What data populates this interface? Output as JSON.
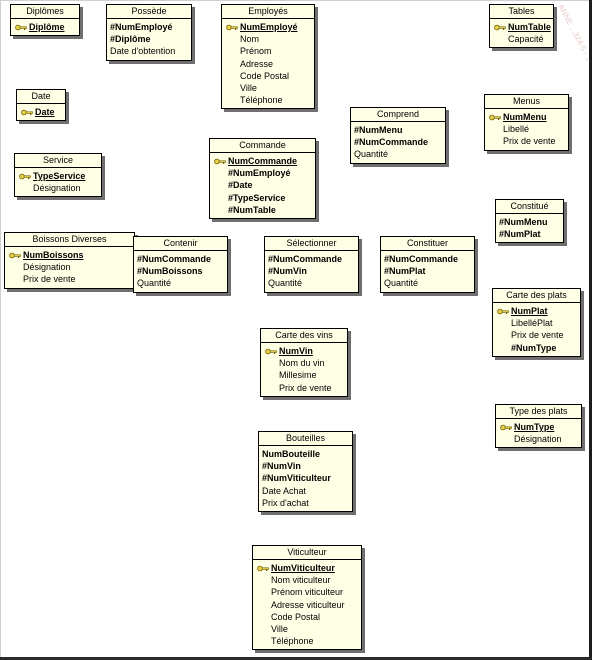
{
  "watermark": "ANNE ...324-5 - JEAN-MARC BOUDIER ...",
  "entities": [
    {
      "id": "diplomes",
      "title": "Diplômes",
      "attrs": [
        {
          "t": "Diplôme",
          "k": "pk"
        }
      ]
    },
    {
      "id": "possede",
      "title": "Possède",
      "attrs": [
        {
          "t": "#NumEmployé",
          "k": "fk"
        },
        {
          "t": "#Diplôme",
          "k": "fk"
        },
        {
          "t": "Date d'obtention",
          "k": "p"
        }
      ]
    },
    {
      "id": "employes",
      "title": "Employés",
      "attrs": [
        {
          "t": "NumEmployé",
          "k": "pk"
        },
        {
          "t": "Nom",
          "k": "p"
        },
        {
          "t": "Prénom",
          "k": "p"
        },
        {
          "t": "Adresse",
          "k": "p"
        },
        {
          "t": "Code Postal",
          "k": "p"
        },
        {
          "t": "Ville",
          "k": "p"
        },
        {
          "t": "Téléphone",
          "k": "p"
        }
      ]
    },
    {
      "id": "tables",
      "title": "Tables",
      "attrs": [
        {
          "t": "NumTable",
          "k": "pk"
        },
        {
          "t": "Capacité",
          "k": "p"
        }
      ]
    },
    {
      "id": "date",
      "title": "Date",
      "attrs": [
        {
          "t": "Date",
          "k": "pk"
        }
      ]
    },
    {
      "id": "comprend",
      "title": "Comprend",
      "attrs": [
        {
          "t": "#NumMenu",
          "k": "fk"
        },
        {
          "t": "#NumCommande",
          "k": "fk"
        },
        {
          "t": "Quantité",
          "k": "p"
        }
      ]
    },
    {
      "id": "menus",
      "title": "Menus",
      "attrs": [
        {
          "t": "NumMenu",
          "k": "pk"
        },
        {
          "t": "Libellé",
          "k": "p"
        },
        {
          "t": "Prix de vente",
          "k": "p"
        }
      ]
    },
    {
      "id": "commande",
      "title": "Commande",
      "attrs": [
        {
          "t": "NumCommande",
          "k": "pk"
        },
        {
          "t": "#NumEmployé",
          "k": "fk"
        },
        {
          "t": "#Date",
          "k": "fk"
        },
        {
          "t": "#TypeService",
          "k": "fk"
        },
        {
          "t": "#NumTable",
          "k": "fk"
        }
      ]
    },
    {
      "id": "service",
      "title": "Service",
      "attrs": [
        {
          "t": "TypeService",
          "k": "pk"
        },
        {
          "t": "Désignation",
          "k": "p"
        }
      ]
    },
    {
      "id": "constitue",
      "title": "Constitué",
      "attrs": [
        {
          "t": "#NumMenu",
          "k": "fk"
        },
        {
          "t": "#NumPlat",
          "k": "fk"
        }
      ]
    },
    {
      "id": "boissons",
      "title": "Boissons Diverses",
      "attrs": [
        {
          "t": "NumBoissons",
          "k": "pk"
        },
        {
          "t": "Désignation",
          "k": "p"
        },
        {
          "t": "Prix de vente",
          "k": "p"
        }
      ]
    },
    {
      "id": "contenir",
      "title": "Contenir",
      "attrs": [
        {
          "t": "#NumCommande",
          "k": "fk"
        },
        {
          "t": "#NumBoissons",
          "k": "fk"
        },
        {
          "t": "Quantité",
          "k": "p"
        }
      ]
    },
    {
      "id": "selectionner",
      "title": "Sélectionner",
      "attrs": [
        {
          "t": "#NumCommande",
          "k": "fk"
        },
        {
          "t": "#NumVin",
          "k": "fk"
        },
        {
          "t": "Quantité",
          "k": "p"
        }
      ]
    },
    {
      "id": "constituer",
      "title": "Constituer",
      "attrs": [
        {
          "t": "#NumCommande",
          "k": "fk"
        },
        {
          "t": "#NumPlat",
          "k": "fk"
        },
        {
          "t": "Quantité",
          "k": "p"
        }
      ]
    },
    {
      "id": "carteplats",
      "title": "Carte des plats",
      "attrs": [
        {
          "t": "NumPlat",
          "k": "pk"
        },
        {
          "t": "LibelléPlat",
          "k": "p"
        },
        {
          "t": "Prix de vente",
          "k": "p"
        },
        {
          "t": "#NumType",
          "k": "fk"
        }
      ]
    },
    {
      "id": "cartevins",
      "title": "Carte des vins",
      "attrs": [
        {
          "t": "NumVin",
          "k": "pk"
        },
        {
          "t": "Nom du vin",
          "k": "p"
        },
        {
          "t": "Millesime",
          "k": "p"
        },
        {
          "t": "Prix de vente",
          "k": "p"
        }
      ]
    },
    {
      "id": "typeplats",
      "title": "Type des plats",
      "attrs": [
        {
          "t": "NumType",
          "k": "pk"
        },
        {
          "t": "Désignation",
          "k": "p"
        }
      ]
    },
    {
      "id": "bouteilles",
      "title": "Bouteilles",
      "attrs": [
        {
          "t": "NumBouteille",
          "k": "fk"
        },
        {
          "t": "#NumVin",
          "k": "fk"
        },
        {
          "t": "#NumViticulteur",
          "k": "fk"
        },
        {
          "t": "Date Achat",
          "k": "p"
        },
        {
          "t": "Prix d'achat",
          "k": "p"
        }
      ]
    },
    {
      "id": "viticulteur",
      "title": "Viticulteur",
      "attrs": [
        {
          "t": "NumViticulteur",
          "k": "pk"
        },
        {
          "t": "Nom viticulteur",
          "k": "p"
        },
        {
          "t": "Prénom viticulteur",
          "k": "p"
        },
        {
          "t": "Adresse viticulteur",
          "k": "p"
        },
        {
          "t": "Code Postal",
          "k": "p"
        },
        {
          "t": "Ville",
          "k": "p"
        },
        {
          "t": "Téléphone",
          "k": "p"
        }
      ]
    }
  ]
}
